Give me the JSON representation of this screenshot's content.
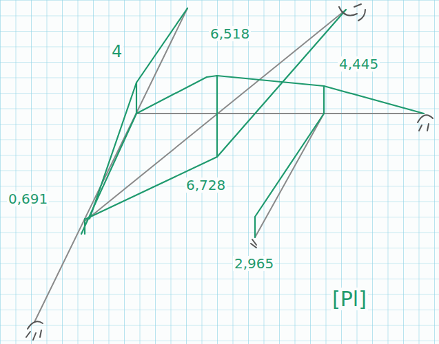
{
  "diagram": {
    "labels": [
      "4",
      "6,518",
      "4,445",
      "0,691",
      "6,728",
      "2,965",
      "[Pl]"
    ]
  }
}
